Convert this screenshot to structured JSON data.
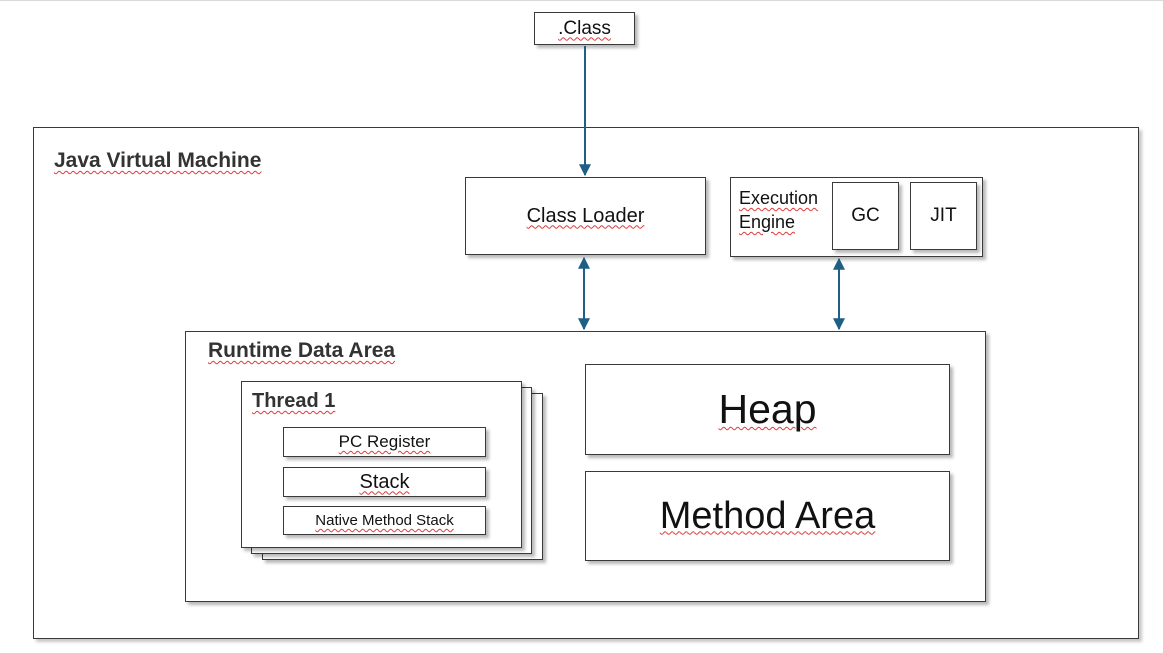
{
  "class_file": ".Class",
  "jvm": {
    "title": "Java Virtual Machine"
  },
  "class_loader": "Class Loader",
  "execution_engine": {
    "title_line1": "Execution",
    "title_line2": "Engine",
    "gc": "GC",
    "jit": "JIT"
  },
  "runtime_data_area": {
    "title": "Runtime Data Area",
    "thread": {
      "title": "Thread 1",
      "pc_register": "PC Register",
      "stack": "Stack",
      "native_method_stack": "Native Method Stack"
    },
    "heap": "Heap",
    "method_area": "Method Area"
  },
  "colors": {
    "arrow": "#1f5f86",
    "border": "#3a3a3a",
    "spellcheck": "#e03a3a"
  }
}
